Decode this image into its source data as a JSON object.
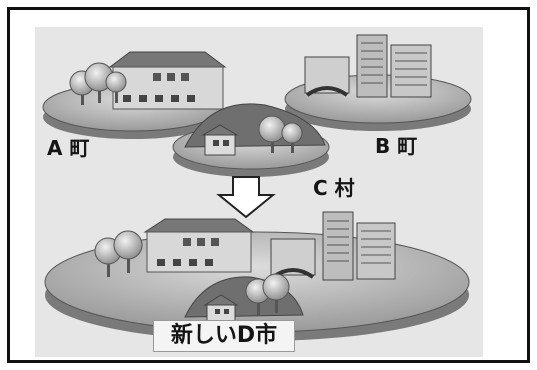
{
  "labels": {
    "town_a": "A 町",
    "town_b": "B 町",
    "village_c": "C 村",
    "new_city_d": "新しいD市"
  }
}
